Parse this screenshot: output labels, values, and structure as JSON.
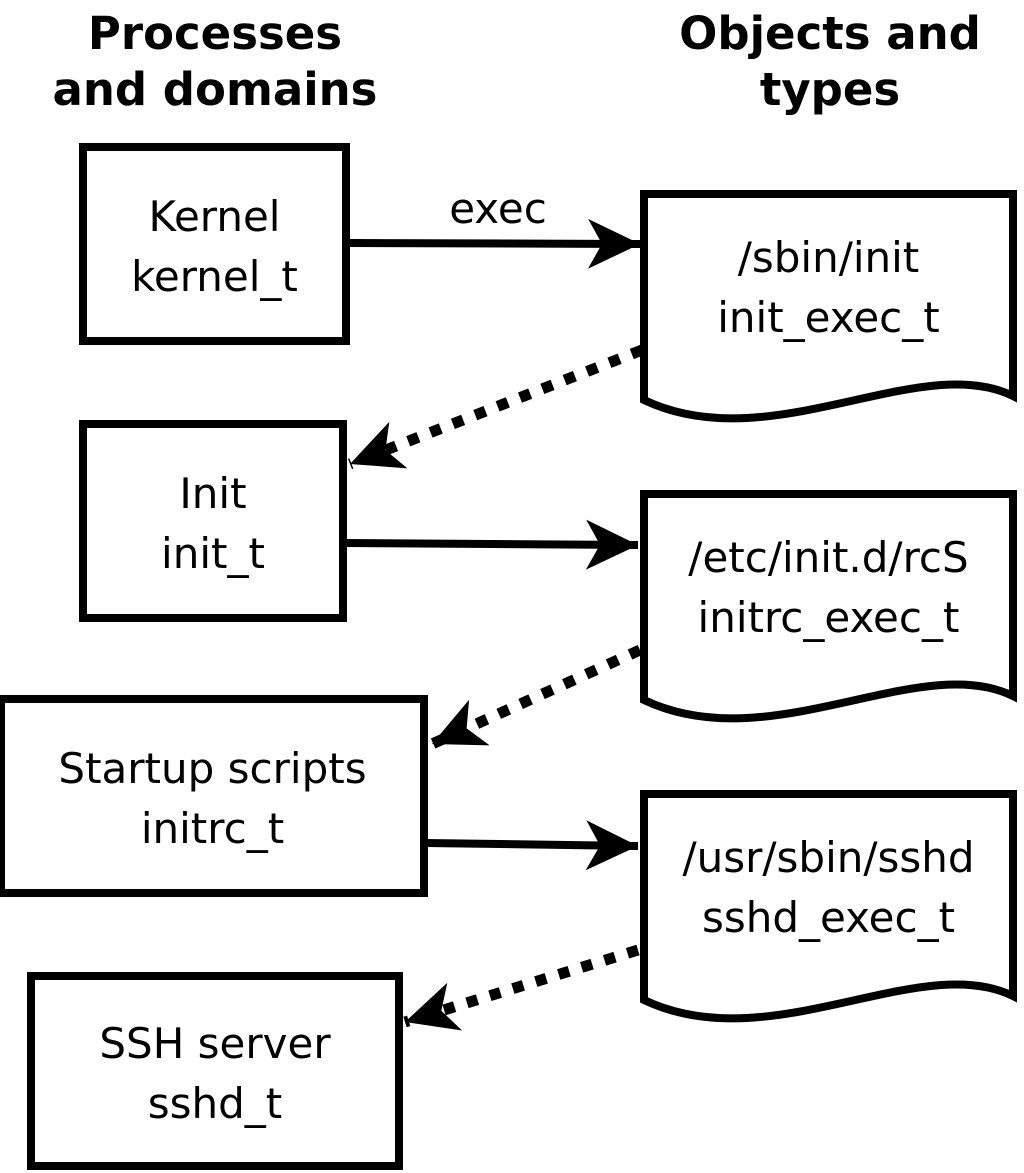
{
  "diagram": {
    "title_columns": {
      "left": {
        "line1": "Processes",
        "line2": "and domains"
      },
      "right": {
        "line1": "Objects and",
        "line2": "types"
      }
    },
    "processes": [
      {
        "name": "Kernel",
        "type": "kernel_t"
      },
      {
        "name": "Init",
        "type": "init_t"
      },
      {
        "name": "Startup scripts",
        "type": "initrc_t"
      },
      {
        "name": "SSH server",
        "type": "sshd_t"
      }
    ],
    "objects": [
      {
        "path": "/sbin/init",
        "type": "init_exec_t"
      },
      {
        "path": "/etc/init.d/rcS",
        "type": "initrc_exec_t"
      },
      {
        "path": "/usr/sbin/sshd",
        "type": "sshd_exec_t"
      }
    ],
    "edge_labels": {
      "exec": "exec"
    },
    "colors": {
      "line": "#000000",
      "background": "#ffffff",
      "text": "#000000"
    }
  }
}
